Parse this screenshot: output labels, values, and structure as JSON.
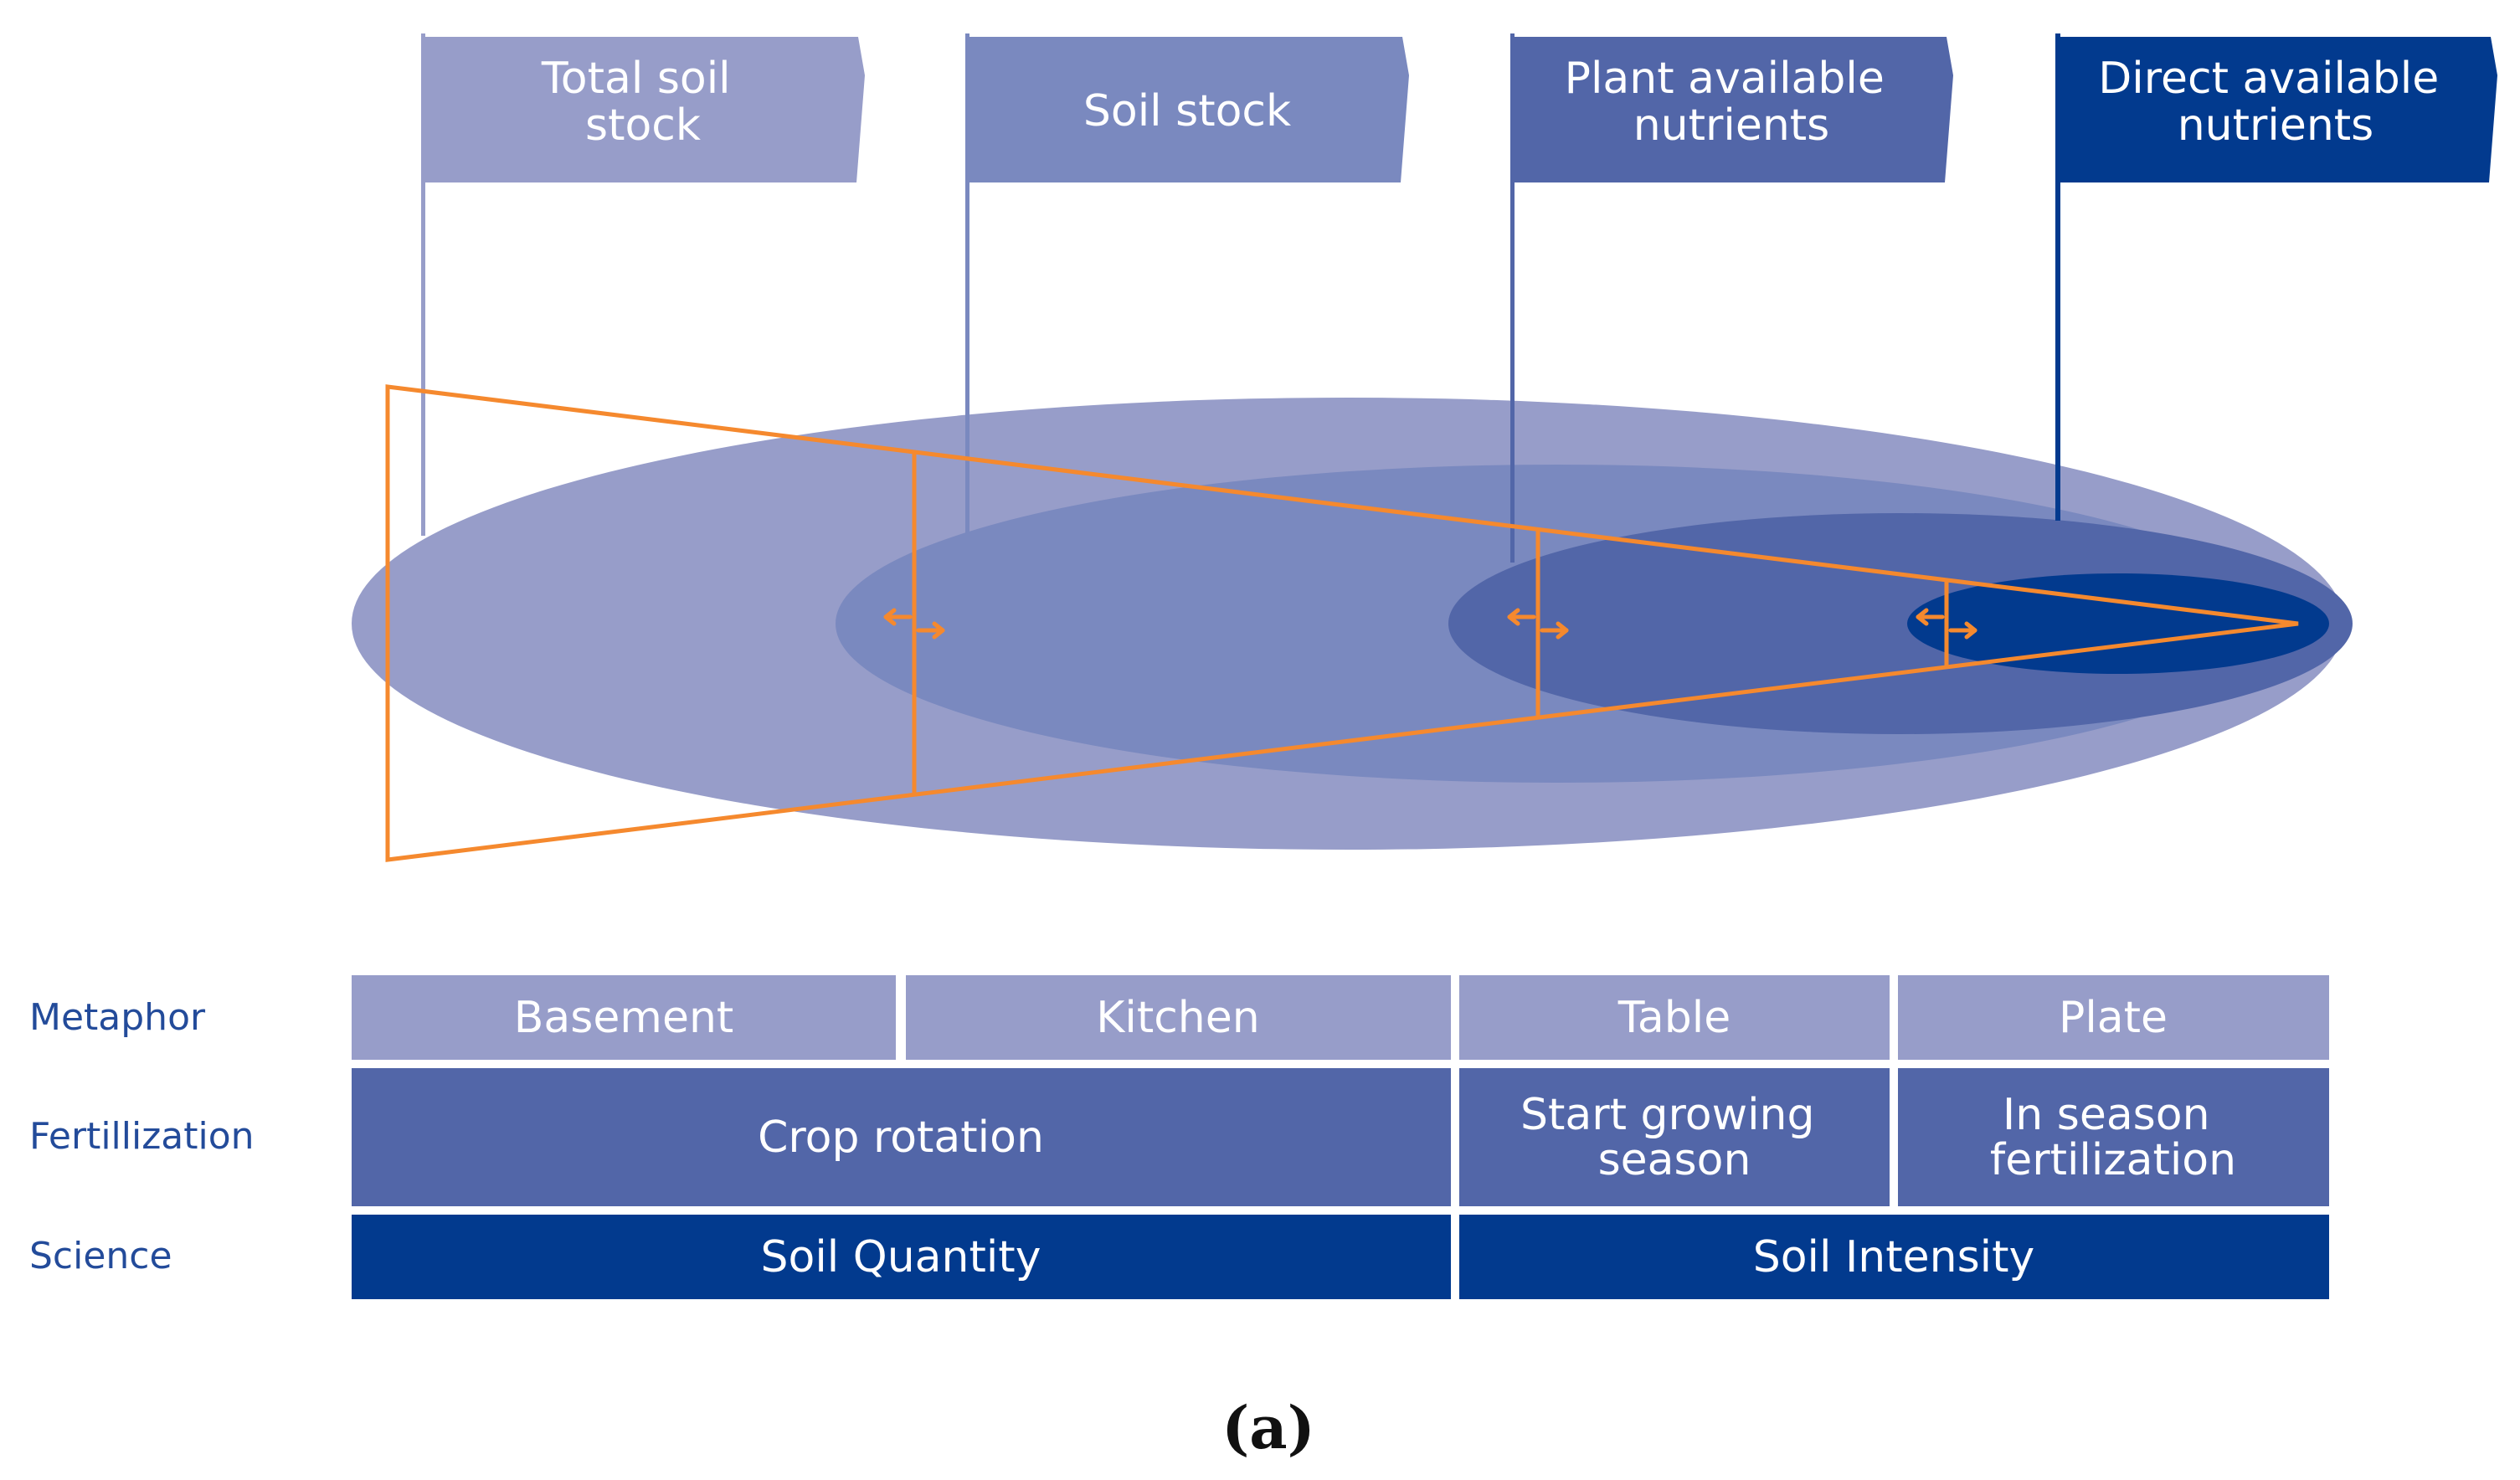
{
  "colors": {
    "tone1": "#979dc9",
    "tone2": "#7a89bf",
    "tone3": "#5266a8",
    "tone4": "#023a8e",
    "accent": "#f5892e",
    "label": "#234b9a"
  },
  "flags": [
    {
      "lines": [
        "Total soil",
        "stock"
      ]
    },
    {
      "lines": [
        "Soil stock"
      ]
    },
    {
      "lines": [
        "Plant available",
        "nutrients"
      ]
    },
    {
      "lines": [
        "Direct available",
        "nutrients"
      ]
    }
  ],
  "table": {
    "rows": [
      {
        "label": "Metaphor",
        "cells": [
          {
            "lines": [
              "Basement"
            ]
          },
          {
            "lines": [
              "Kitchen"
            ]
          },
          {
            "lines": [
              "Table"
            ]
          },
          {
            "lines": [
              "Plate"
            ]
          }
        ]
      },
      {
        "label": "Fertillization",
        "cells": [
          {
            "lines": [
              "Crop rotation"
            ]
          },
          {
            "lines": [
              "Start growing",
              "season"
            ]
          },
          {
            "lines": [
              "In season",
              "fertilization"
            ]
          }
        ]
      },
      {
        "label": "Science",
        "cells": [
          {
            "lines": [
              "Soil Quantity"
            ]
          },
          {
            "lines": [
              "Soil Intensity"
            ]
          }
        ]
      }
    ]
  },
  "caption": "(a)"
}
